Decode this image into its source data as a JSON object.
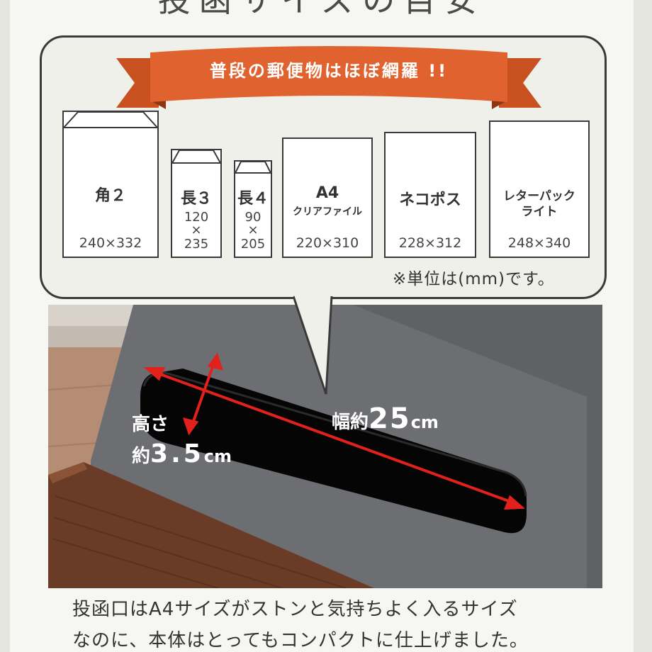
{
  "header": {
    "title": "投函サイズの目安"
  },
  "ribbon": {
    "text": "普段の郵便物はほぼ網羅 !!"
  },
  "envelopes": [
    {
      "name": "角２",
      "sub": "",
      "size": "240×332"
    },
    {
      "name": "長３",
      "sub": "",
      "size_w": "120",
      "size_x": "×",
      "size_h": "235"
    },
    {
      "name": "長４",
      "sub": "",
      "size_w": "90",
      "size_x": "×",
      "size_h": "205"
    },
    {
      "name": "A4",
      "sub": "クリアファイル",
      "size": "220×310"
    },
    {
      "name": "ネコポス",
      "sub": "",
      "size": "228×312"
    },
    {
      "name": "レターパック",
      "name2": "ライト",
      "size": "248×340"
    }
  ],
  "note": {
    "unit": "※単位は(mm)です。"
  },
  "slot": {
    "height_label": "高さ",
    "height_prefix": "約",
    "height_value": "3.5",
    "height_unit": "cm",
    "width_label": "幅約",
    "width_value": "25",
    "width_unit": "cm"
  },
  "caption": {
    "line1": "投函口はA4サイズがストンと気持ちよく入るサイズ",
    "line2": "なのに、本体はとってもコンパクトに仕上げました。"
  },
  "colors": {
    "ribbon": "#e0632f",
    "arrow": "#e3211c",
    "body": "#6b6d70",
    "wood": "#6a3b27"
  }
}
